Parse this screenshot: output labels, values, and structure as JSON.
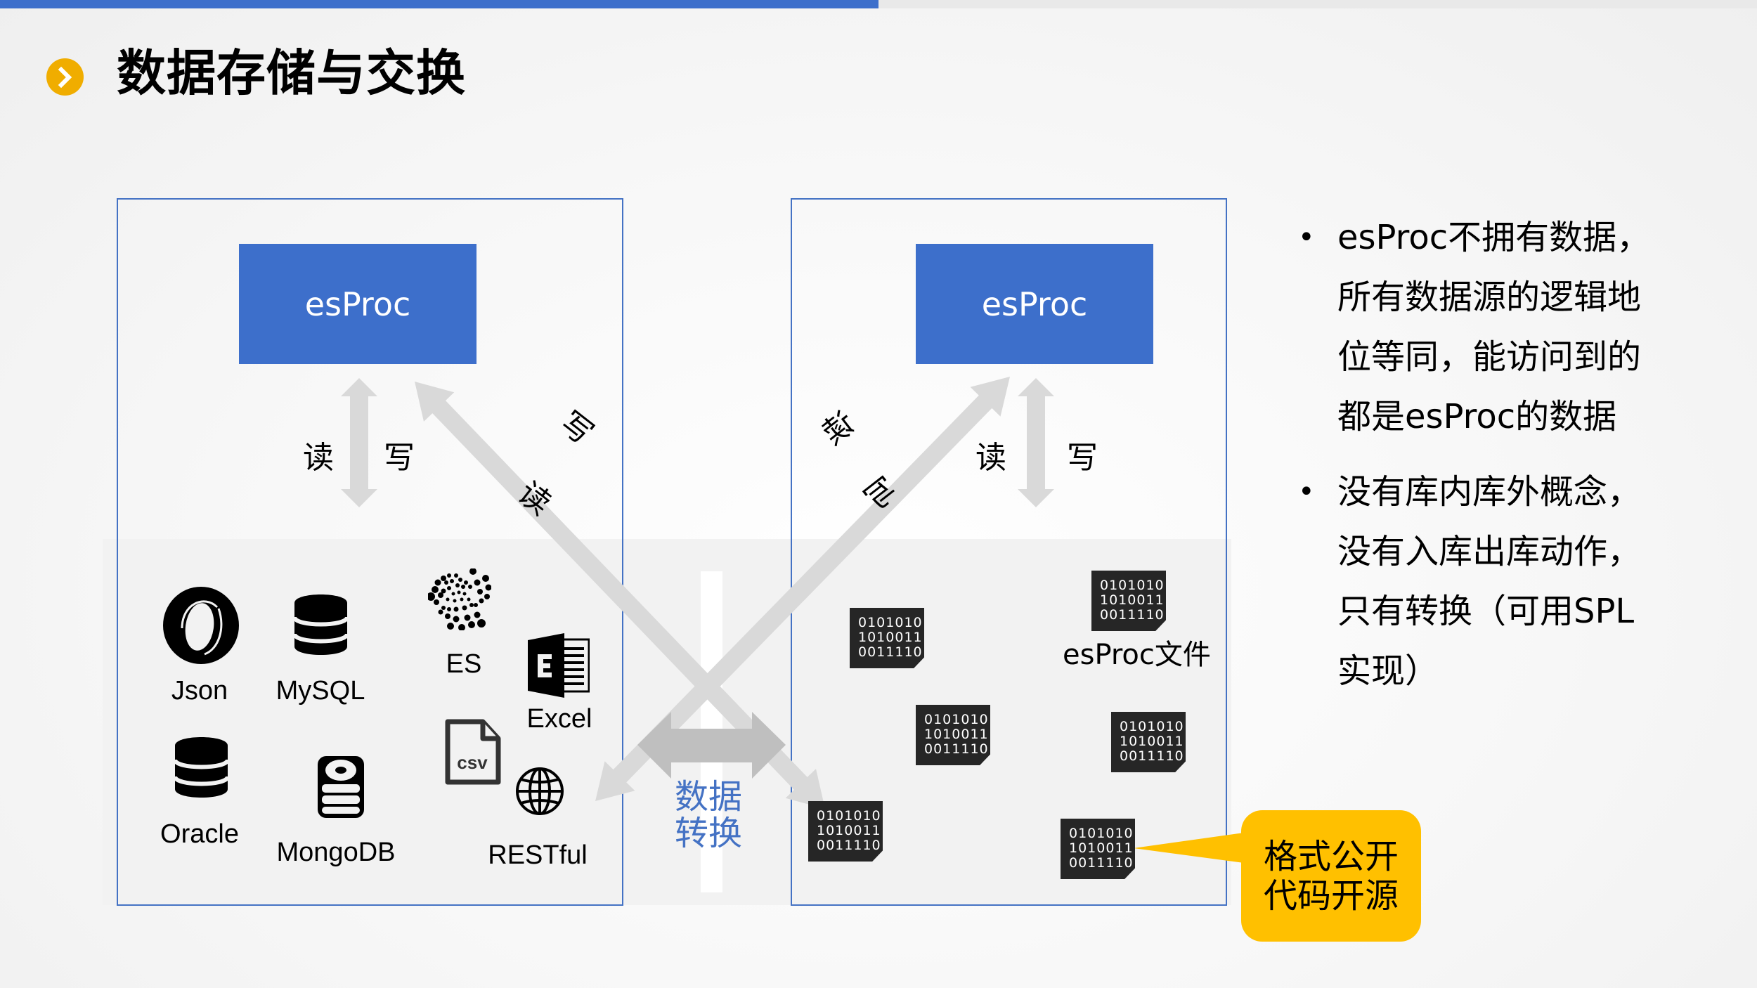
{
  "slide": {
    "title": "数据存储与交换",
    "title_bullet_icon": "chevron-right-icon"
  },
  "colors": {
    "accent_blue": "#3d6fcb",
    "panel_border": "#4472c4",
    "title_bullet": "#f0ad00",
    "callout": "#ffc000",
    "arrow_gray": "#d9d9d9",
    "transform_arrow": "#bfbfbf",
    "tile": "#262626"
  },
  "left_panel": {
    "engine_label": "esProc",
    "vertical_arrow": {
      "left_label": "读",
      "right_label": "写"
    },
    "diagonal_arrow": {
      "upper_label": "写",
      "lower_label": "读"
    },
    "sources": [
      {
        "name": "Json",
        "icon": "json-icon"
      },
      {
        "name": "MySQL",
        "icon": "database-icon"
      },
      {
        "name": "ES",
        "icon": "elasticsearch-dots-icon"
      },
      {
        "name": "Excel",
        "icon": "excel-icon"
      },
      {
        "name": "Oracle",
        "icon": "database-icon"
      },
      {
        "name": "MongoDB",
        "icon": "mongodb-icon"
      },
      {
        "name": "csv",
        "icon": "csv-file-icon"
      },
      {
        "name": "RESTful",
        "icon": "globe-icon"
      }
    ]
  },
  "middle": {
    "transform_label_line1": "数据",
    "transform_label_line2": "转换"
  },
  "right_panel": {
    "engine_label": "esProc",
    "vertical_arrow": {
      "left_label": "读",
      "right_label": "写"
    },
    "diagonal_arrow": {
      "upper_label": "读",
      "lower_label": "写"
    },
    "file_label": "esProc文件",
    "binary_lines": [
      "0101010",
      "1010011",
      "0011110"
    ],
    "tile_count": 6
  },
  "callout": {
    "line1": "格式公开",
    "line2": "代码开源"
  },
  "bullets": [
    {
      "lines": [
        "esProc不拥有数据，",
        "所有数据源的逻辑地",
        "位等同，能访问到的",
        "都是esProc的数据"
      ]
    },
    {
      "lines": [
        "没有库内库外概念，",
        "没有入库出库动作，",
        "只有转换（可用SPL",
        "实现）"
      ]
    }
  ]
}
